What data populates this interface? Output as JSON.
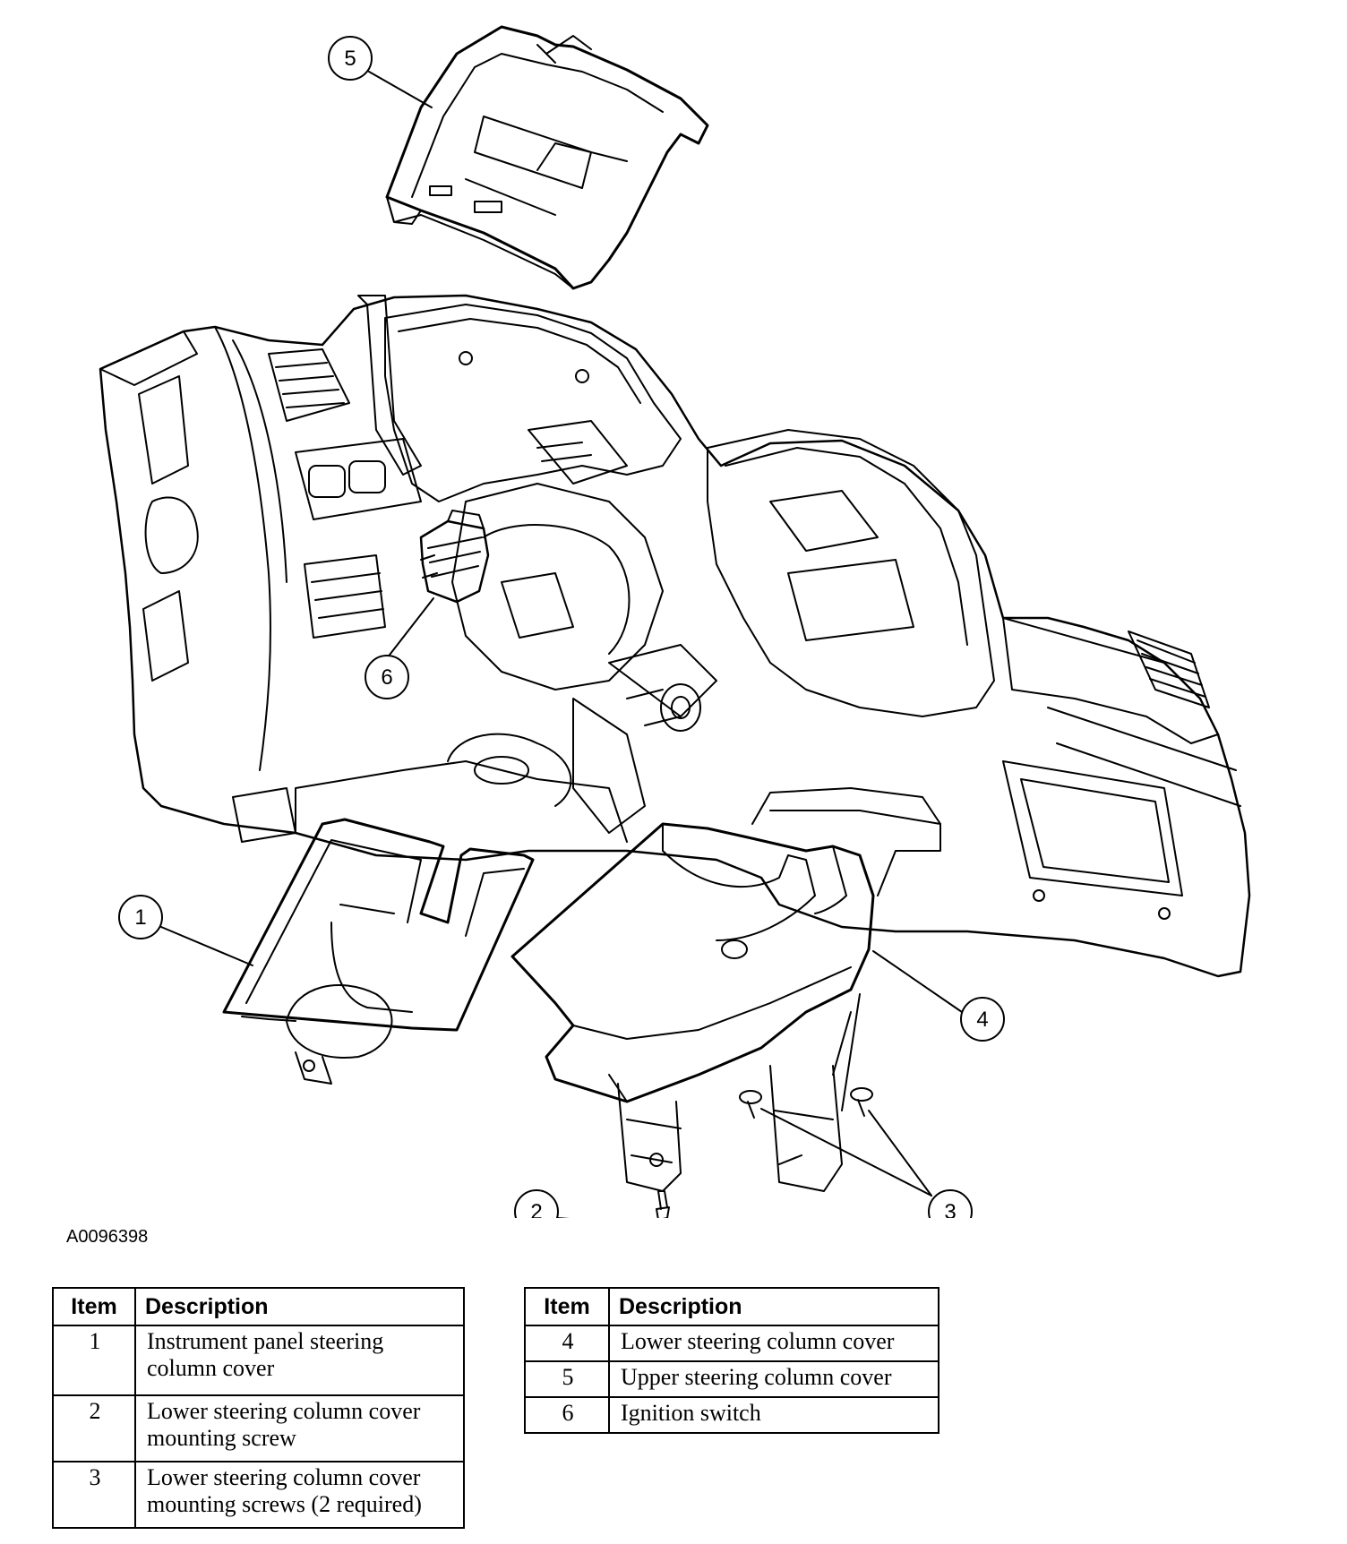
{
  "figure_id": "A0096398",
  "callouts": [
    "1",
    "2",
    "3",
    "4",
    "5",
    "6"
  ],
  "legend_left": {
    "headers": {
      "item": "Item",
      "description": "Description"
    },
    "rows": [
      {
        "item": "1",
        "description": "Instrument panel steering column cover"
      },
      {
        "item": "2",
        "description": "Lower steering column cover mounting screw"
      },
      {
        "item": "3",
        "description": "Lower steering column cover mounting screws (2 required)"
      }
    ]
  },
  "legend_right": {
    "headers": {
      "item": "Item",
      "description": "Description"
    },
    "rows": [
      {
        "item": "4",
        "description": "Lower steering column cover"
      },
      {
        "item": "5",
        "description": "Upper steering column cover"
      },
      {
        "item": "6",
        "description": "Ignition switch"
      }
    ]
  }
}
